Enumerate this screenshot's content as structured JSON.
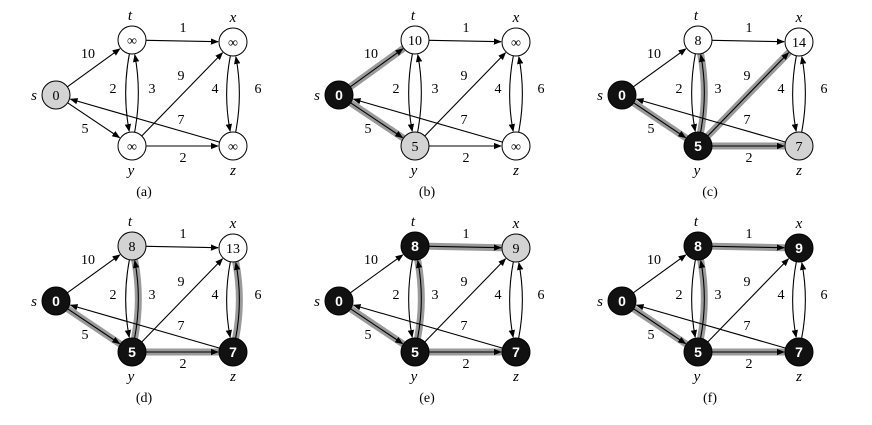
{
  "vertices": [
    "s",
    "t",
    "x",
    "y",
    "z"
  ],
  "edges": [
    {
      "id": "s-t",
      "from": "s",
      "to": "t",
      "weight": "10"
    },
    {
      "id": "s-y",
      "from": "s",
      "to": "y",
      "weight": "5"
    },
    {
      "id": "t-x",
      "from": "t",
      "to": "x",
      "weight": "1"
    },
    {
      "id": "t-y",
      "from": "t",
      "to": "y",
      "weight": "2"
    },
    {
      "id": "y-t",
      "from": "y",
      "to": "t",
      "weight": "3"
    },
    {
      "id": "y-x",
      "from": "y",
      "to": "x",
      "weight": "9"
    },
    {
      "id": "y-z",
      "from": "y",
      "to": "z",
      "weight": "2"
    },
    {
      "id": "x-z",
      "from": "x",
      "to": "z",
      "weight": "4"
    },
    {
      "id": "z-x",
      "from": "z",
      "to": "x",
      "weight": "6"
    },
    {
      "id": "z-s",
      "from": "z",
      "to": "s",
      "weight": "7"
    }
  ],
  "colors": {
    "gray_node": "#d3d3d3",
    "black_node": "#111111",
    "white_node": "#ffffff",
    "shaded_edge": "#9a9a9a",
    "edge": "#000000"
  },
  "panels": [
    {
      "caption": "(a)",
      "dist": {
        "s": "0",
        "t": "∞",
        "x": "∞",
        "y": "∞",
        "z": "∞"
      },
      "fill": {
        "s": "gray",
        "t": "white",
        "x": "white",
        "y": "white",
        "z": "white"
      },
      "shaded": []
    },
    {
      "caption": "(b)",
      "dist": {
        "s": "0",
        "t": "10",
        "x": "∞",
        "y": "5",
        "z": "∞"
      },
      "fill": {
        "s": "black",
        "t": "white",
        "x": "white",
        "y": "gray",
        "z": "white"
      },
      "shaded": [
        "s-t",
        "s-y"
      ]
    },
    {
      "caption": "(c)",
      "dist": {
        "s": "0",
        "t": "8",
        "x": "14",
        "y": "5",
        "z": "7"
      },
      "fill": {
        "s": "black",
        "t": "white",
        "x": "white",
        "y": "black",
        "z": "gray"
      },
      "shaded": [
        "s-y",
        "y-t",
        "y-x",
        "y-z"
      ]
    },
    {
      "caption": "(d)",
      "dist": {
        "s": "0",
        "t": "8",
        "x": "13",
        "y": "5",
        "z": "7"
      },
      "fill": {
        "s": "black",
        "t": "gray",
        "x": "white",
        "y": "black",
        "z": "black"
      },
      "shaded": [
        "s-y",
        "y-t",
        "y-z",
        "z-x"
      ]
    },
    {
      "caption": "(e)",
      "dist": {
        "s": "0",
        "t": "8",
        "x": "9",
        "y": "5",
        "z": "7"
      },
      "fill": {
        "s": "black",
        "t": "black",
        "x": "gray",
        "y": "black",
        "z": "black"
      },
      "shaded": [
        "s-y",
        "y-t",
        "t-x",
        "y-z"
      ]
    },
    {
      "caption": "(f)",
      "dist": {
        "s": "0",
        "t": "8",
        "x": "9",
        "y": "5",
        "z": "7"
      },
      "fill": {
        "s": "black",
        "t": "black",
        "x": "black",
        "y": "black",
        "z": "black"
      },
      "shaded": [
        "s-y",
        "y-t",
        "t-x",
        "y-z"
      ]
    }
  ]
}
